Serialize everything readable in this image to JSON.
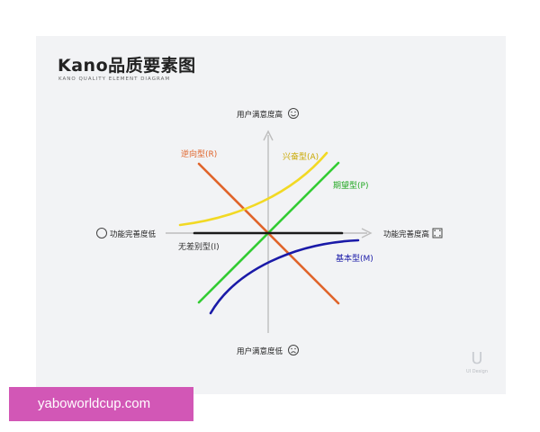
{
  "title": "Kano品质要素图",
  "subtitle": "KANO QUALITY ELEMENT DIAGRAM",
  "axes": {
    "top": "用户满意度高",
    "bottom": "用户满意度低",
    "left": "功能完善度低",
    "right": "功能完善度高"
  },
  "curves": {
    "reverse": {
      "label": "逆向型(R)",
      "color": "#e0642a"
    },
    "attractive": {
      "label": "兴奋型(A)",
      "color": "#f2d924"
    },
    "performance": {
      "label": "期望型(P)",
      "color": "#33cc33"
    },
    "indifferent": {
      "label": "无差别型(I)",
      "color": "#1a1a1a"
    },
    "must_be": {
      "label": "基本型(M)",
      "color": "#1a1aa8"
    }
  },
  "icons": [
    "smile-icon",
    "frown-icon",
    "empty-circle-icon",
    "full-square-icon"
  ],
  "watermark": {
    "logo": "U",
    "text": "UI Design"
  },
  "banner": {
    "text": "yaboworldcup.com",
    "color": "#d257b6"
  }
}
